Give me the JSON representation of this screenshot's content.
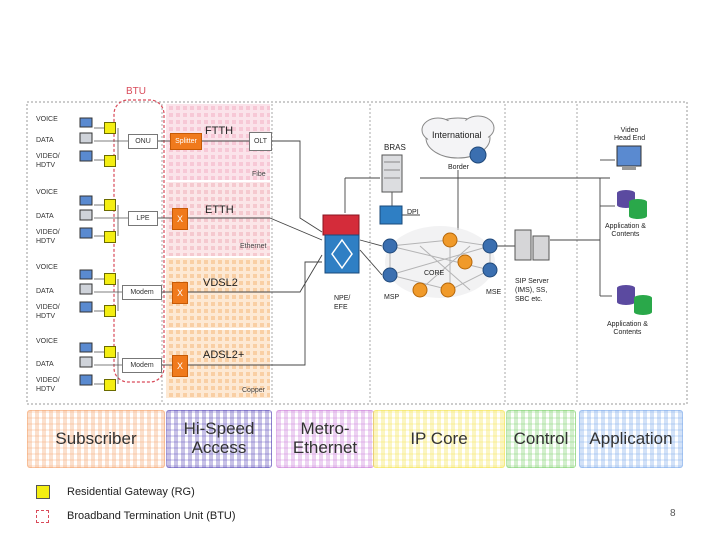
{
  "title_label": "BTU",
  "services": {
    "voice": "VOICE",
    "data": "DATA",
    "video": "VIDEO/",
    "hdtv": "HDTV"
  },
  "rows": [
    {
      "cpe": "ONU",
      "splitter": "Splitter",
      "olt": "OLT",
      "tech": "FTTH",
      "medium": "Fibe"
    },
    {
      "cpe": "LPE",
      "splitter": "X",
      "tech": "ETTH",
      "medium": "Ethernet"
    },
    {
      "cpe": "Modem",
      "splitter": "X",
      "tech": "VDSL2",
      "medium": ""
    },
    {
      "cpe": "Modem",
      "splitter": "X",
      "tech": "ADSL2+",
      "medium": "Copper"
    }
  ],
  "network": {
    "international": "International",
    "border": "Border",
    "bras": "BRAS",
    "dpi": "DPI",
    "core": "CORE",
    "npe_efe": "NPE/\nEFE",
    "msp": "MSP",
    "mse": "MSE",
    "sip": "SIP Server\n(IMS), SS,\nSBC etc.",
    "video_head": "Video\nHead End",
    "app1": "Application &\nContents",
    "app2": "Application &\nContents"
  },
  "columns": [
    {
      "label": "Subscriber",
      "color": "#f4a26a"
    },
    {
      "label": "Hi-Speed\nAccess",
      "color": "#5a49b8"
    },
    {
      "label": "Metro-\nEthernet",
      "color": "#c87ad8"
    },
    {
      "label": "IP Core",
      "color": "#f3e24a"
    },
    {
      "label": "Control",
      "color": "#7bd06a"
    },
    {
      "label": "Application",
      "color": "#7aa8ea"
    }
  ],
  "legend": {
    "rg": "Residential Gateway (RG)",
    "btu": "Broadband Termination Unit (BTU)"
  },
  "page_number": "8"
}
